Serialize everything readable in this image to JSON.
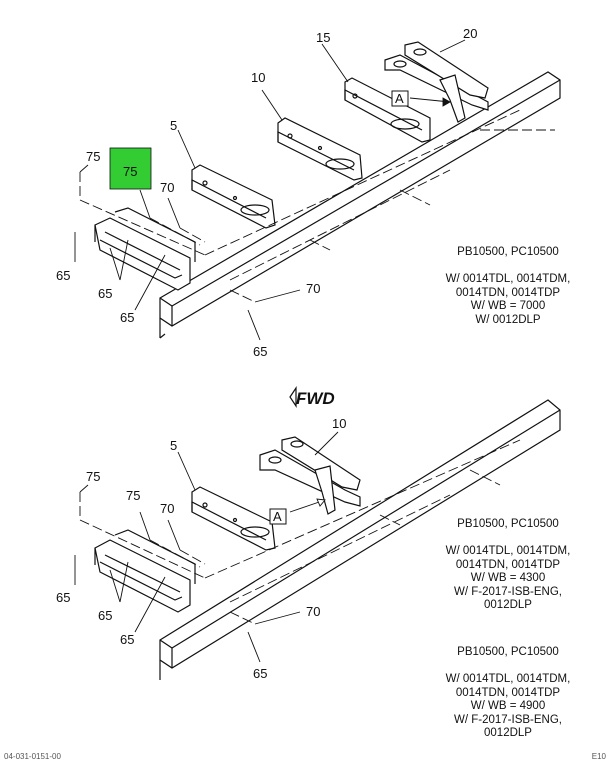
{
  "top": {
    "labels": {
      "c75_left": "75",
      "c75_highlight": "75",
      "c65_a": "65",
      "c65_b": "65",
      "c65_c": "65",
      "c65_d": "65",
      "c70_a": "70",
      "c70_b": "70",
      "c5": "5",
      "c10": "10",
      "c15": "15",
      "c20": "20",
      "cA": "A"
    },
    "note_lines": [
      "PB10500, PC10500",
      "",
      "W/ 0014TDL, 0014TDM,",
      "0014TDN, 0014TDP",
      "W/ WB = 7000",
      "W/ 0012DLP"
    ]
  },
  "fwd_label": "FWD",
  "bottom": {
    "labels": {
      "c75_left": "75",
      "c75_right": "75",
      "c65_a": "65",
      "c65_b": "65",
      "c65_c": "65",
      "c65_d": "65",
      "c70_a": "70",
      "c70_b": "70",
      "c5": "5",
      "c10": "10",
      "cA": "A"
    },
    "note1_lines": [
      "PB10500, PC10500",
      "",
      "W/ 0014TDL, 0014TDM,",
      "0014TDN, 0014TDP",
      "W/ WB = 4300",
      "W/ F-2017-ISB-ENG,",
      "0012DLP"
    ],
    "note2_lines": [
      "PB10500, PC10500",
      "",
      "W/ 0014TDL, 0014TDM,",
      "0014TDN, 0014TDP",
      "W/ WB = 4900",
      "W/ F-2017-ISB-ENG,",
      "0012DLP"
    ]
  },
  "footer": {
    "left": "04-031-0151-00",
    "right": "E10"
  },
  "colors": {
    "highlight": "#33cc33",
    "line": "#111111"
  }
}
